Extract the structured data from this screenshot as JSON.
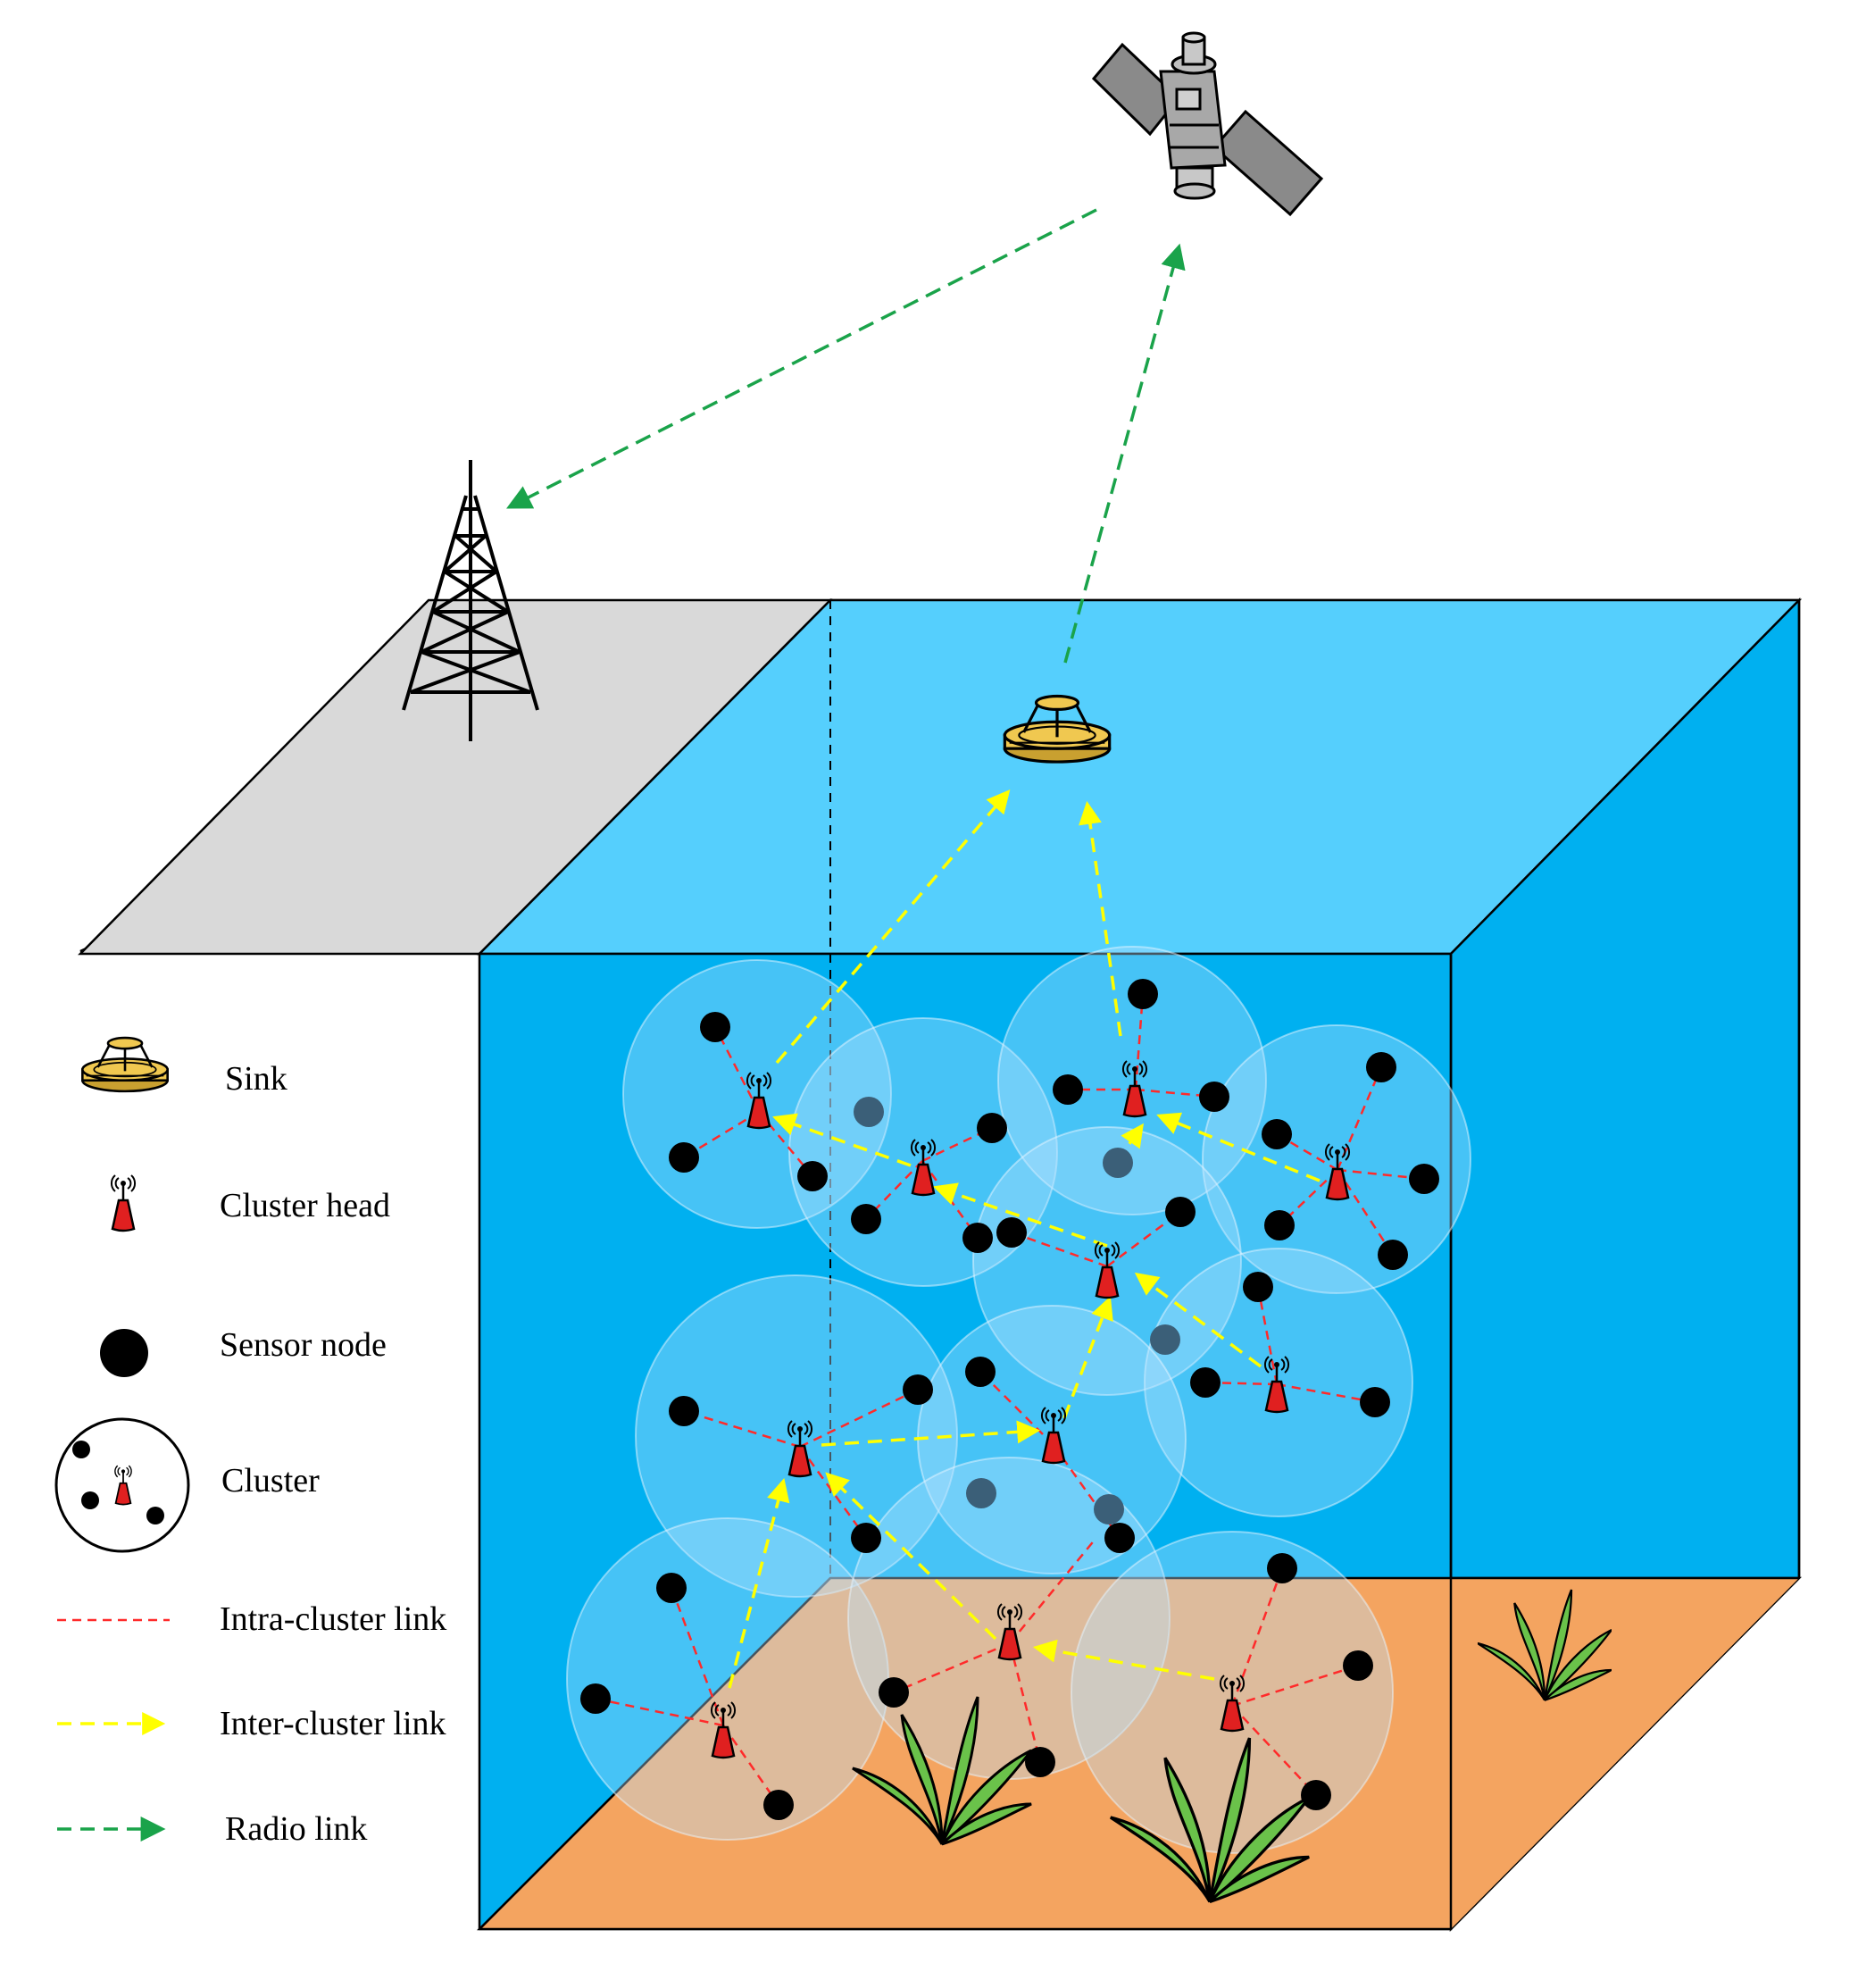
{
  "legend": {
    "sink": "Sink",
    "cluster_head": "Cluster head",
    "sensor_node": "Sensor node",
    "cluster": "Cluster",
    "intra_link": "Intra-cluster link",
    "inter_link": "Inter-cluster link",
    "radio_link": "Radio link"
  },
  "colors": {
    "water_front": "#00b0f0",
    "water_top": "#55cffd",
    "seabed": "#f4a460",
    "land": "#d9d9d9",
    "intra_link": "#ff2a2a",
    "inter_link": "#ffff00",
    "radio_link": "#1aa34a",
    "cluster_fill": "#a8d8ff",
    "cluster_head": "#e02020",
    "sensor_node": "#000000",
    "sink": "#f0c850",
    "plant": "#6ac24a"
  },
  "icons": {
    "satellite": "satellite-icon",
    "tower": "radio-tower-icon",
    "sink": "sink-buoy-icon",
    "cluster_head": "cluster-head-icon",
    "plant": "seaweed-icon"
  }
}
